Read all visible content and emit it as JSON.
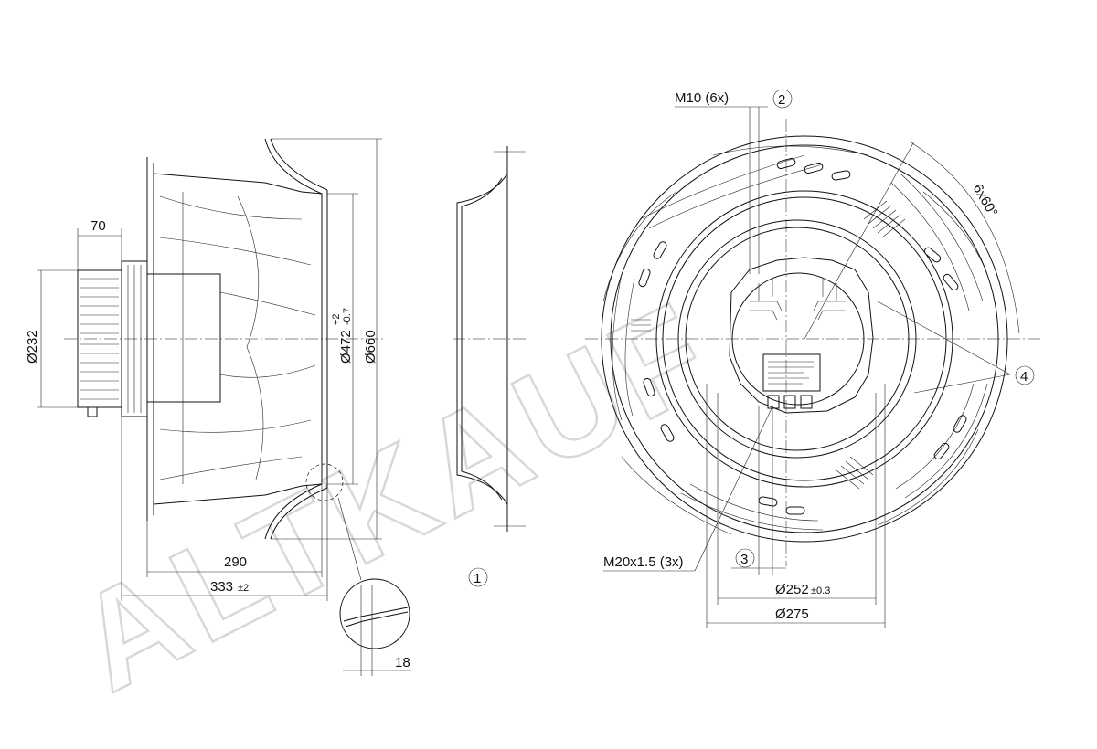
{
  "watermark": "ALTKAUF",
  "side_view": {
    "dim_motor_length": "70",
    "dim_motor_dia": "Ø232",
    "dim_inlet_dia": "Ø472",
    "dim_inlet_tol_upper": "+2",
    "dim_inlet_tol_lower": "-0.7",
    "dim_outer_dia": "Ø660",
    "dim_length_290": "290",
    "dim_length_333": "333",
    "dim_length_333_tol": "±2",
    "dim_detail_18": "18"
  },
  "inlet_ring_label": "1",
  "front_view": {
    "label_thread_m10": "M10 (6x)",
    "label_thread_m20": "M20x1.5 (3x)",
    "angle_label": "6x60°",
    "dim_dia_252": "Ø252",
    "dim_dia_252_tol": "±0.3",
    "dim_dia_275": "Ø275",
    "callout_2": "2",
    "callout_3": "3",
    "callout_4": "4"
  }
}
